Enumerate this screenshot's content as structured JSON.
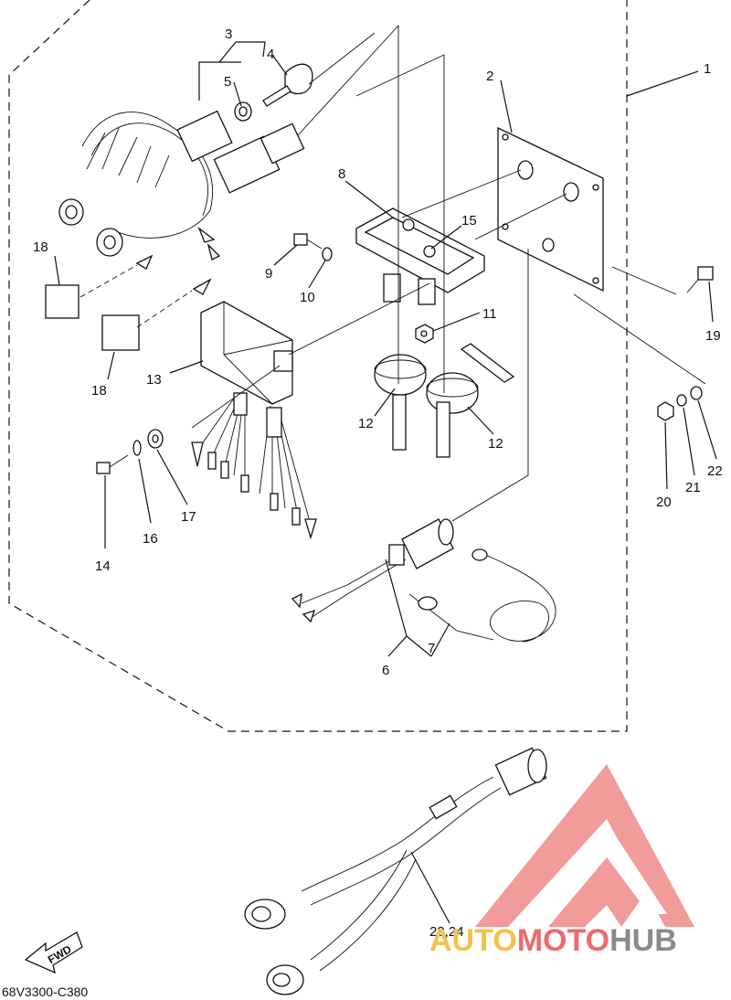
{
  "diagram": {
    "labels": {
      "p1": "1",
      "p2": "2",
      "p3": "3",
      "p4": "4",
      "p5": "5",
      "p6": "6",
      "p7": "7",
      "p8": "8",
      "p9": "9",
      "p10": "10",
      "p11": "11",
      "p12a": "12",
      "p12b": "12",
      "p13": "13",
      "p14": "14",
      "p15": "15",
      "p16": "16",
      "p17": "17",
      "p18a": "18",
      "p18b": "18",
      "p19": "19",
      "p20": "20",
      "p21": "21",
      "p22": "22",
      "p2324": "23,24"
    },
    "fwd": "FWD",
    "drawing_code": "68V3300-C380"
  },
  "watermark": {
    "part1": "AUTO",
    "part2": "MOTO",
    "part3": "HUB",
    "colors": {
      "auto": "#f3c24c",
      "moto": "#ee6b6b",
      "hub": "#8a8a8a",
      "logo": "#f08a8a"
    }
  }
}
